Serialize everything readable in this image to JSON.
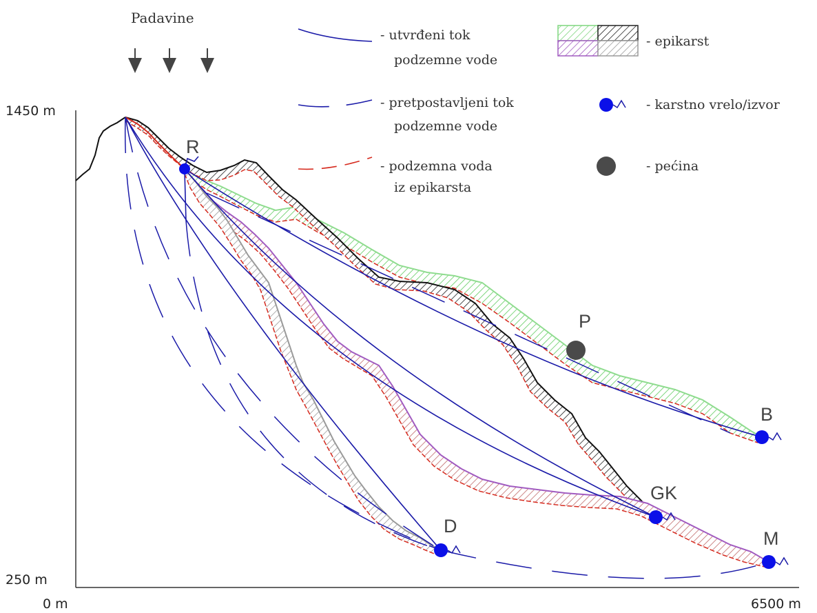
{
  "title_rain": "Padavine",
  "axis": {
    "y_top": "1450 m",
    "y_bottom": "250 m",
    "x_left": "0 m",
    "x_right": "6500 m"
  },
  "legend": {
    "solid_flow_1": "- utvrđeni tok",
    "solid_flow_2": "podzemne vode",
    "dashed_flow_1": "- pretpostavljeni tok",
    "dashed_flow_2": "podzemne vode",
    "epikarst_flow_1": "- podzemna voda",
    "epikarst_flow_2": "iz epikarsta",
    "epikarst": "- epikarst",
    "spring": "- karstno vrelo/izvor",
    "cave": "- pećina"
  },
  "points": {
    "R": "R",
    "P": "P",
    "B": "B",
    "GK": "GK",
    "D": "D",
    "M": "M"
  },
  "colors": {
    "flow_blue": "#1a1aa8",
    "spring_blue": "#0b10e8",
    "epikarst_red": "#d62a1e",
    "green_hatch": "#7fd67f",
    "purple_hatch": "#a15bc0",
    "grey_profile": "#9a9a9a",
    "cave_grey": "#4a4a4a"
  }
}
